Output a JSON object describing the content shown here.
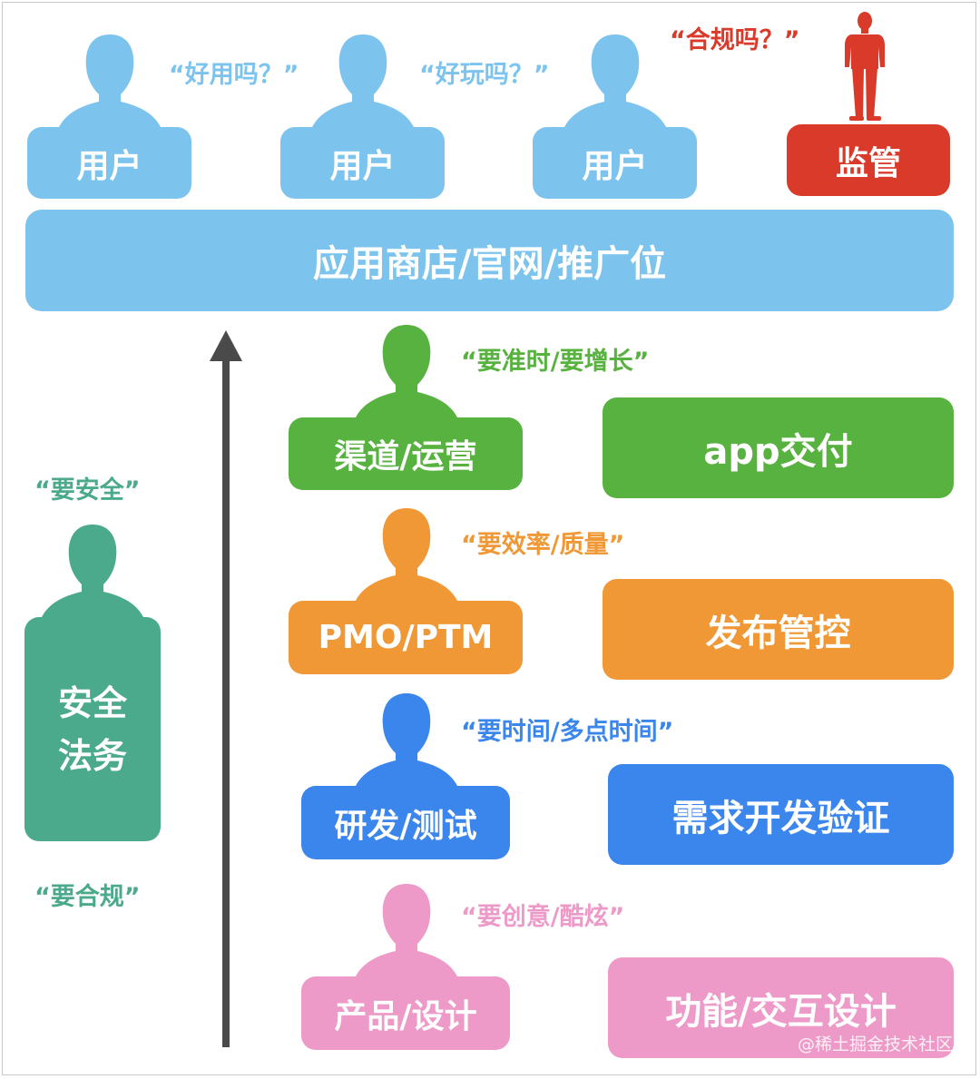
{
  "colors": {
    "user": "#7cc4ee",
    "regulator": "#d93a29",
    "channel": "#58b23f",
    "pmo": "#f09835",
    "dev": "#3b86ec",
    "product": "#ee9ac8",
    "security": "#4baa8b",
    "arrow": "#4a4a4a"
  },
  "top": {
    "users": [
      {
        "label": "用户",
        "quote": "“好用吗？”"
      },
      {
        "label": "用户",
        "quote": "“好玩吗？”"
      },
      {
        "label": "用户"
      }
    ],
    "regulator": {
      "label": "监管",
      "quote": "“合规吗？”"
    },
    "store_bar": "应用商店/官网/推广位"
  },
  "roles": [
    {
      "label": "渠道/运营",
      "quote": "“要准时/要增长”",
      "stage": "app交付"
    },
    {
      "label": "PMO/PTM",
      "quote": "“要效率/质量”",
      "stage": "发布管控"
    },
    {
      "label": "研发/测试",
      "quote": "“要时间/多点时间”",
      "stage": "需求开发验证"
    },
    {
      "label": "产品/设计",
      "quote": "“要创意/酷炫”",
      "stage": "功能/交互设计"
    }
  ],
  "security": {
    "quote_top": "“要安全”",
    "label_line1": "安全",
    "label_line2": "法务",
    "quote_bottom": "“要合规”"
  },
  "watermark": "@稀土掘金技术社区"
}
